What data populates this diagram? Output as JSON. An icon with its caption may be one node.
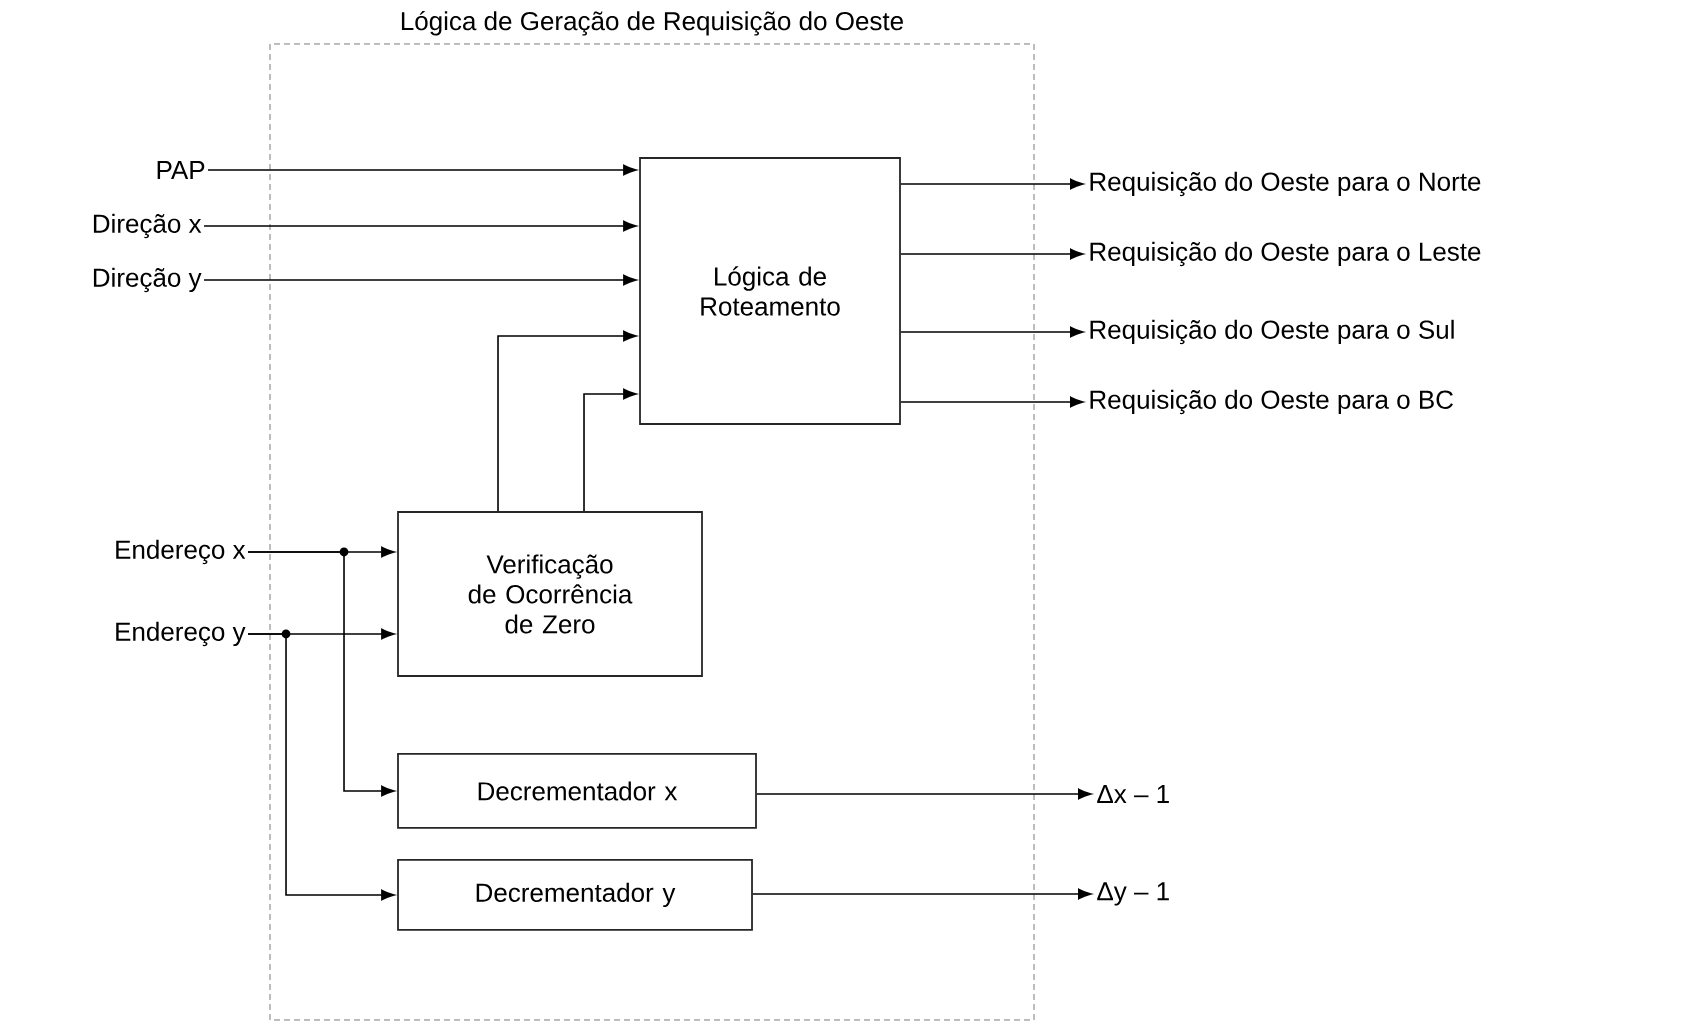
{
  "diagram": {
    "nodes": [
      {
        "text": [
          "Lógica de Geração de Requisição do Oeste"
        ]
      },
      {
        "text": [
          "PAP"
        ]
      },
      {
        "text": [
          "Direção x"
        ]
      },
      {
        "text": [
          "Direção y"
        ]
      },
      {
        "text": [
          "Lógica de Roteamento"
        ],
        "in": 0
      },
      {
        "text": [
          "Endereço x"
        ]
      },
      {
        "text": [
          "Endereço y"
        ]
      },
      {
        "text": [
          "Verificação de Ocorrência de Zero"
        ],
        "in": 0
      },
      {
        "text": [
          "Decrementador x"
        ],
        "in": 0
      },
      {
        "text": [
          "Decrementador y"
        ],
        "in": 0
      },
      {
        "text": [
          "Requisição do Oeste para o Norte"
        ]
      },
      {
        "text": [
          "Requisição do Oeste para o Leste"
        ]
      },
      {
        "text": [
          "Requisição do Oeste para o Sul"
        ]
      },
      {
        "text": [
          "Requisição do Oeste para o BC"
        ]
      },
      {
        "text": [
          "Δx – 1"
        ]
      },
      {
        "text": [
          "Δy – 1"
        ]
      }
    ],
    "edges": [
      {
        "from": 1,
        "to": 4,
        "arrow": "to"
      },
      {
        "from": 2,
        "to": 4,
        "arrow": "to"
      },
      {
        "from": 3,
        "to": 4,
        "arrow": "to"
      },
      {
        "from": 7,
        "to": 4,
        "arrow": "to"
      },
      {
        "from": 7,
        "to": 4,
        "arrow": "to"
      },
      {
        "from": 5,
        "to": 7,
        "arrow": "to"
      },
      {
        "from": 5,
        "to": 8,
        "arrow": "to"
      },
      {
        "from": 6,
        "to": 7,
        "arrow": "to"
      },
      {
        "from": 6,
        "to": 9,
        "arrow": "to"
      },
      {
        "from": 4,
        "to": 10,
        "arrow": "to"
      },
      {
        "from": 4,
        "to": 11,
        "arrow": "to"
      },
      {
        "from": 4,
        "to": 12,
        "arrow": "to"
      },
      {
        "from": 4,
        "to": 13,
        "arrow": "to"
      },
      {
        "from": 8,
        "to": 14,
        "arrow": "to"
      },
      {
        "from": 9,
        "to": 15,
        "arrow": "to"
      }
    ]
  }
}
